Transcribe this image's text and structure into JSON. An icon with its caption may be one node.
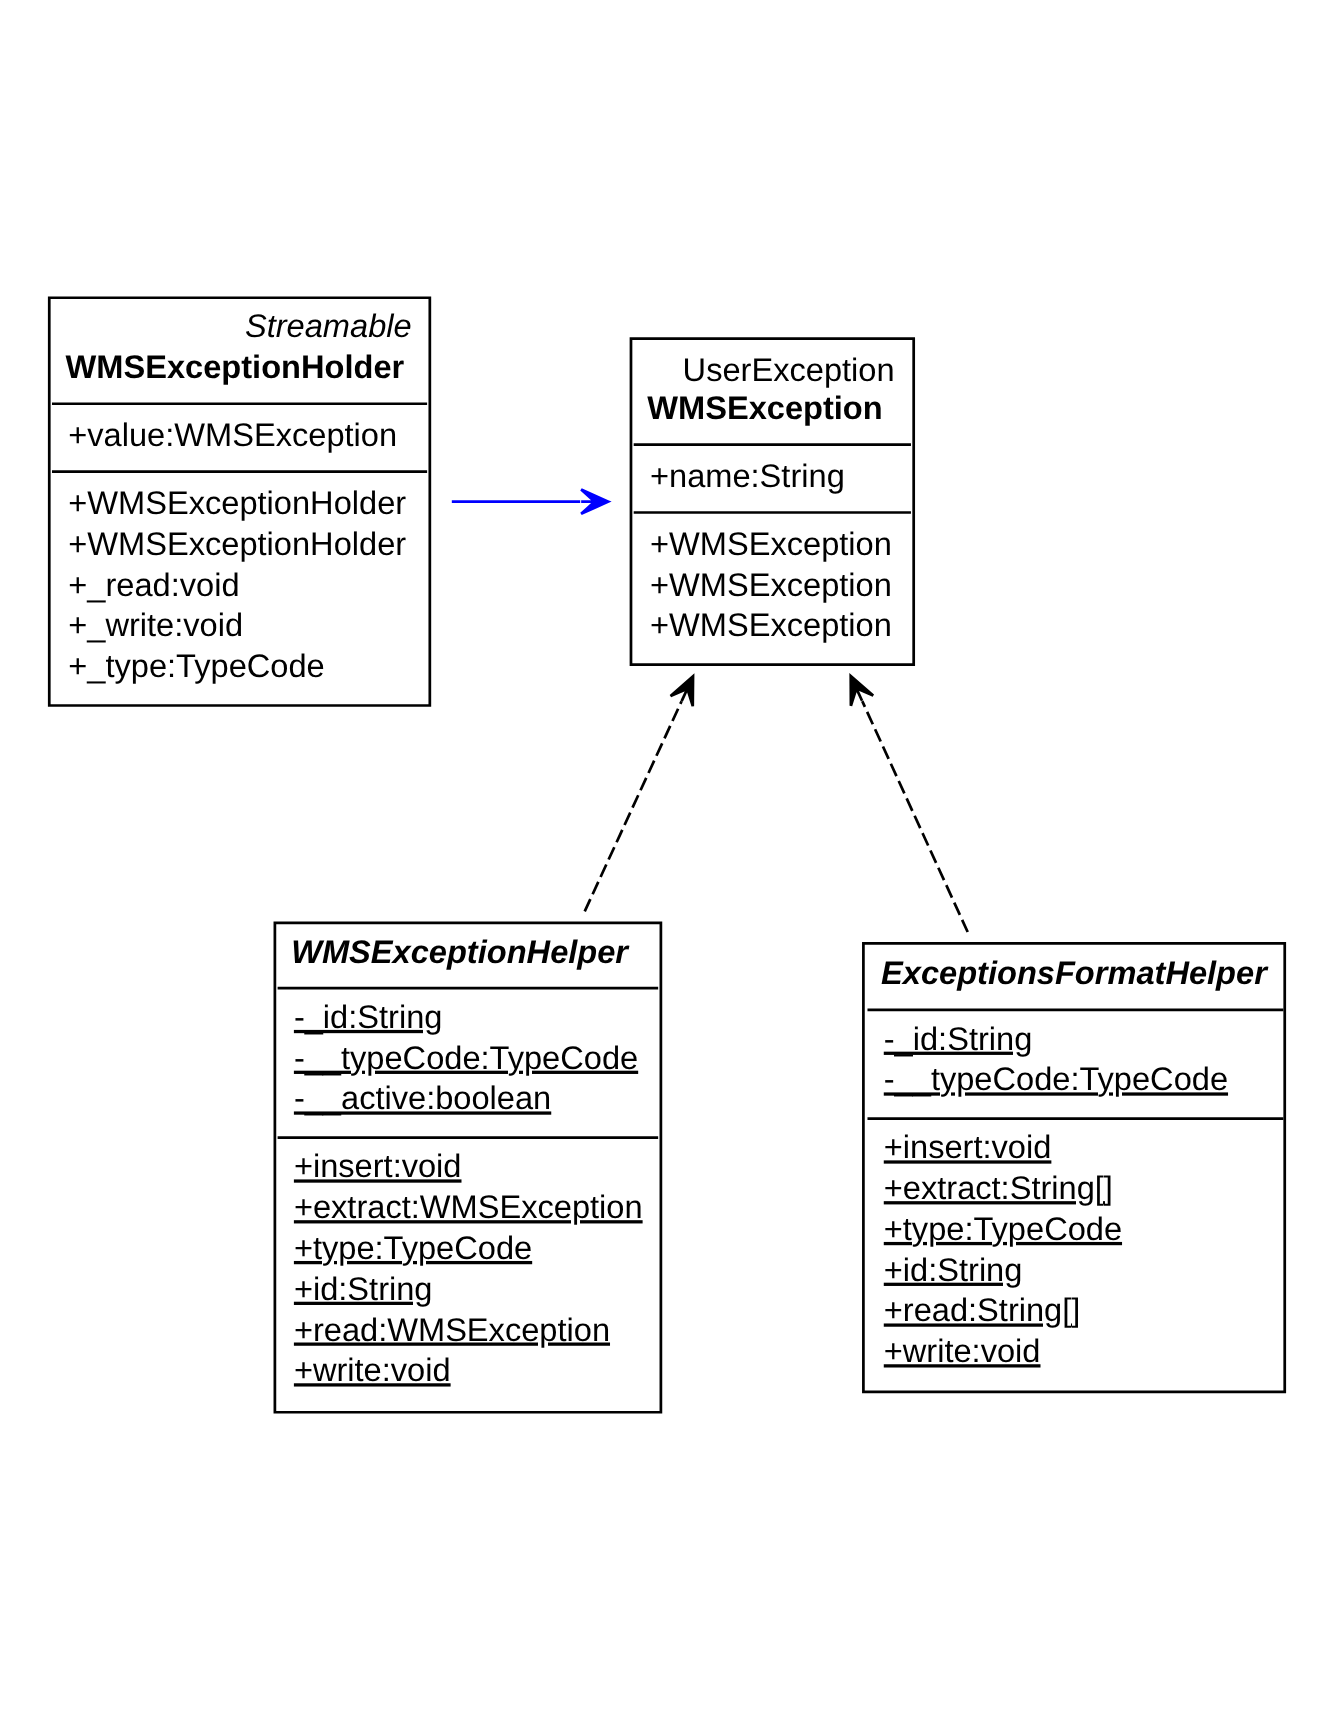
{
  "diagram": {
    "nodes": [
      {
        "text": [
          "Streamable",
          "WMSExceptionHolder",
          "+value:WMSException",
          "+WMSExceptionHolder",
          "+WMSExceptionHolder",
          "+_read:void",
          "+_write:void",
          "+_type:TypeCode"
        ]
      },
      {
        "text": [
          "UserException",
          "WMSException",
          "+name:String",
          "+WMSException",
          "+WMSException",
          "+WMSException"
        ]
      },
      {
        "text": [
          "WMSExceptionHelper",
          "-_id:String",
          "-__typeCode:TypeCode",
          "-__active:boolean",
          "+insert:void",
          "+extract:WMSException",
          "+type:TypeCode",
          "+id:String",
          "+read:WMSException",
          "+write:void"
        ]
      },
      {
        "text": [
          "ExceptionsFormatHelper",
          "-_id:String",
          "-__typeCode:TypeCode",
          "+insert:void",
          "+extract:String[]",
          "+type:TypeCode",
          "+id:String",
          "+read:String[]",
          "+write:void"
        ]
      }
    ],
    "edges": [
      {
        "from": 0,
        "to": 1,
        "arrow": "to",
        "color": "#0000ff"
      },
      {
        "from": 2,
        "to": 1,
        "arrow": "to",
        "style": "dashed"
      },
      {
        "from": 3,
        "to": 1,
        "arrow": "to",
        "style": "dashed"
      }
    ]
  }
}
